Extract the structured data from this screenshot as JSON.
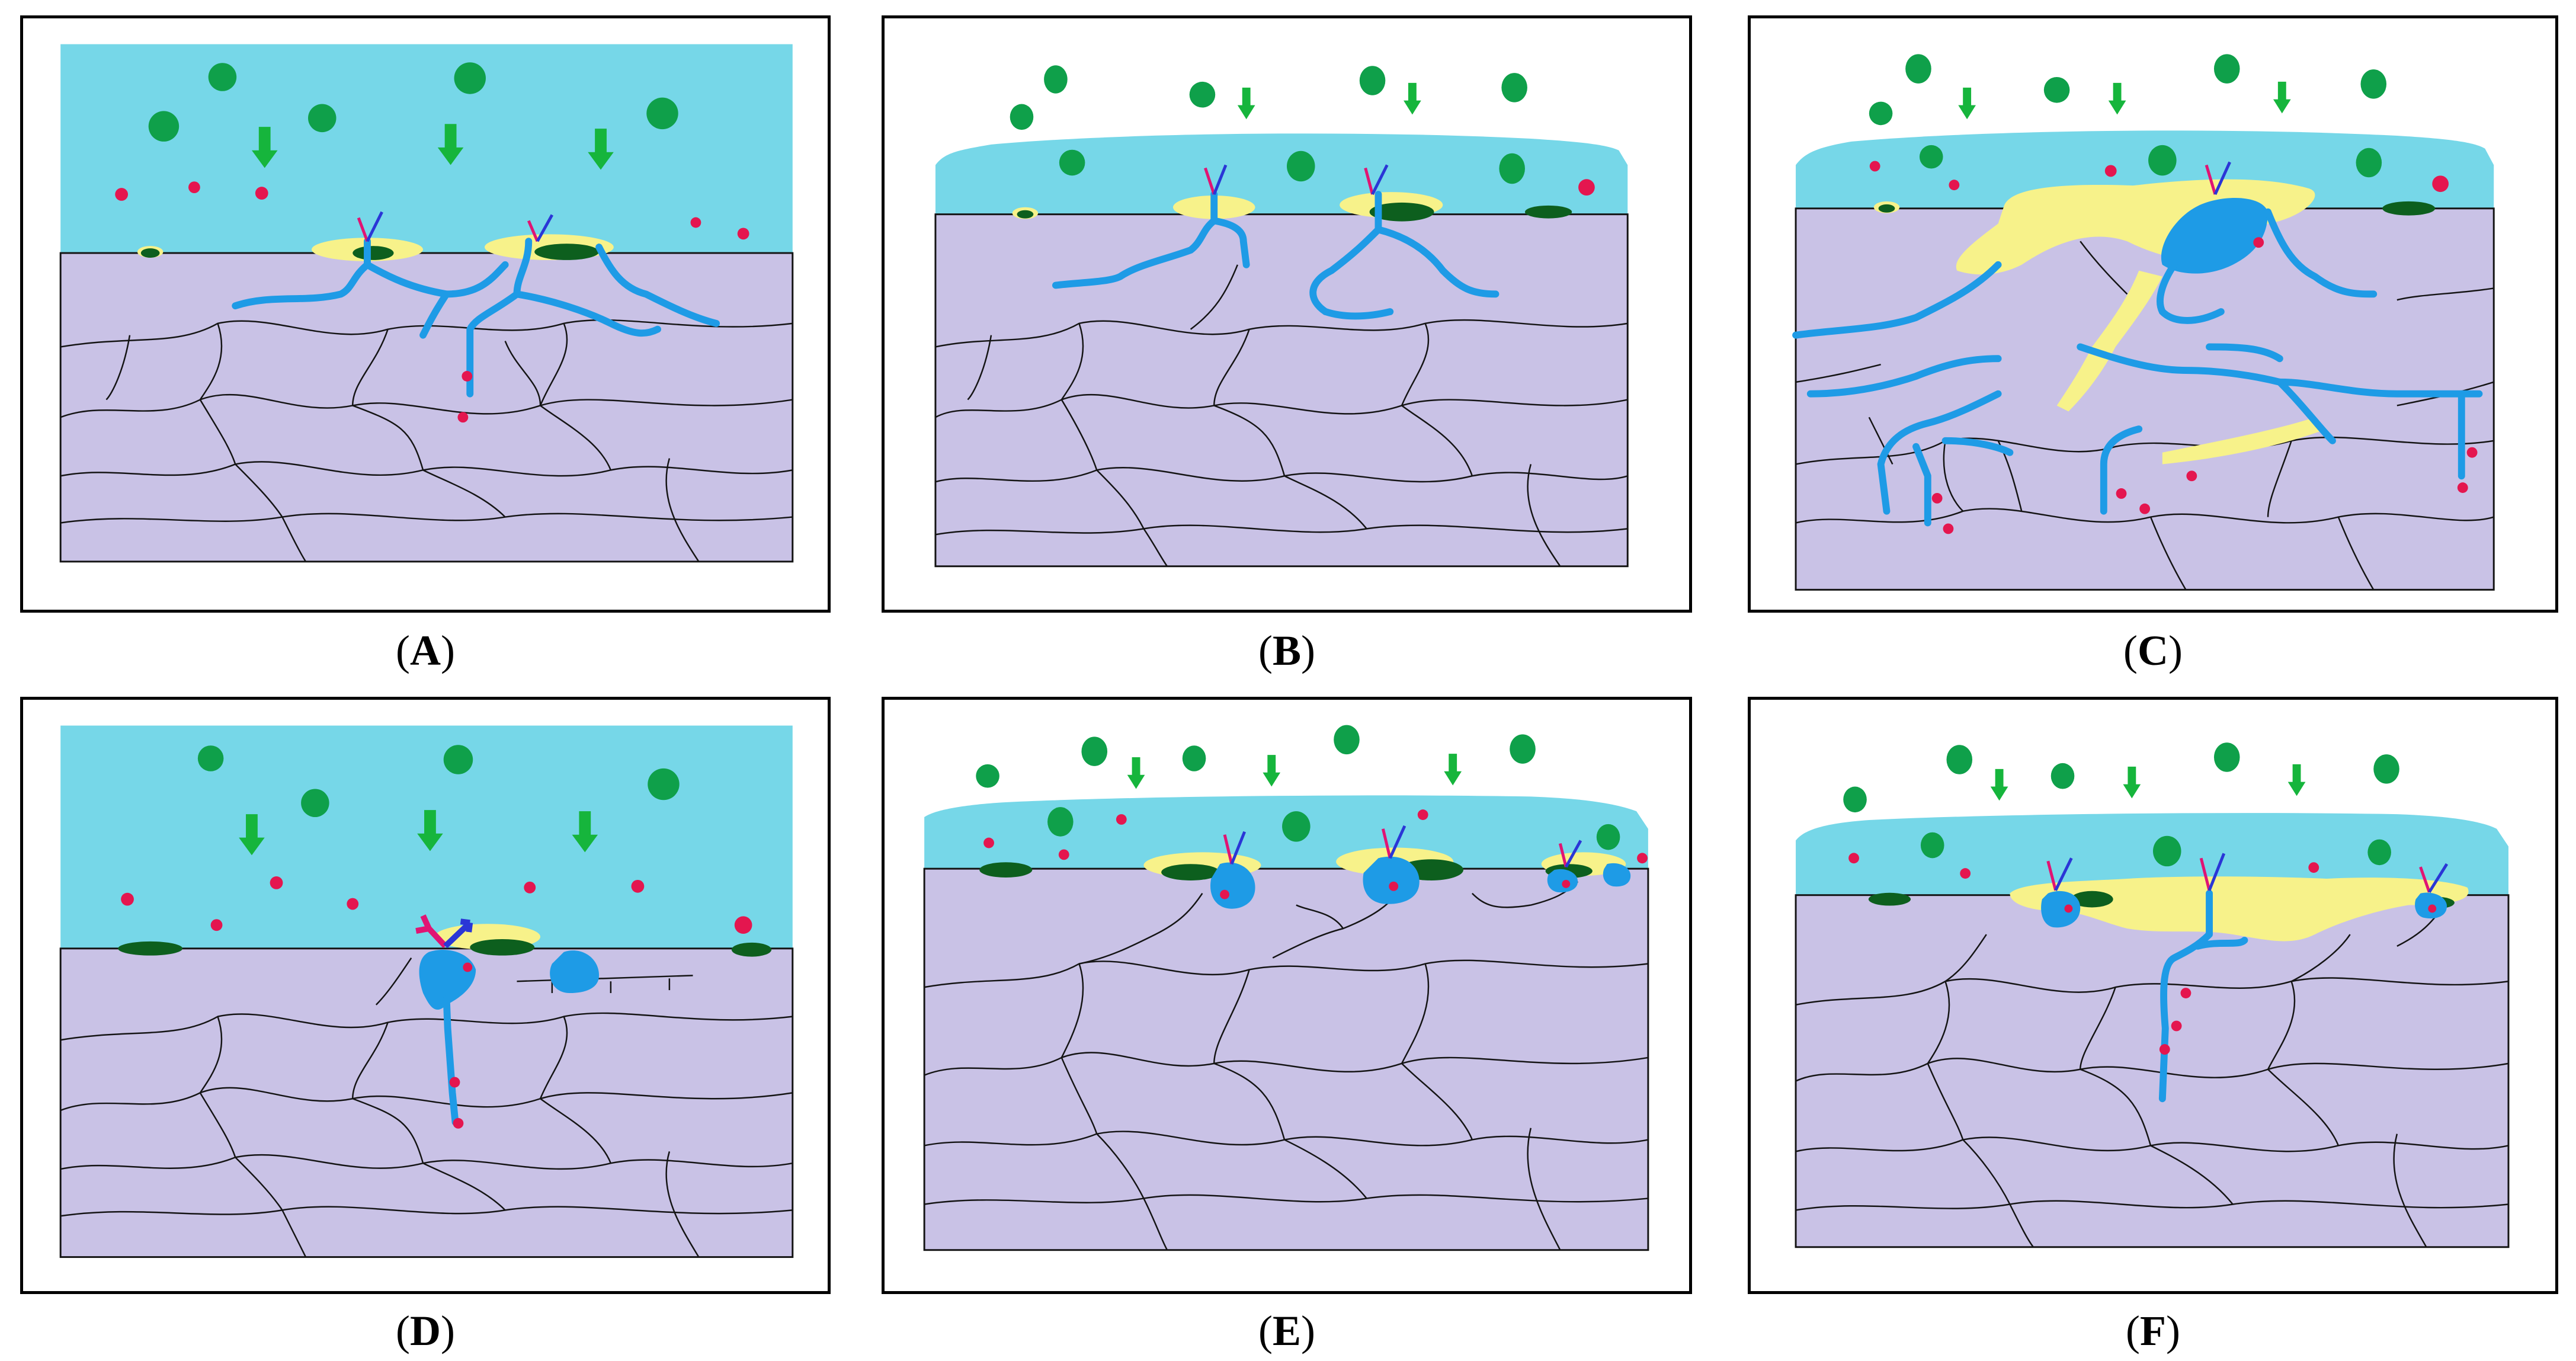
{
  "figure": {
    "panels": [
      {
        "id": "A",
        "letter": "A",
        "open": "(",
        "close": ")"
      },
      {
        "id": "B",
        "letter": "B",
        "open": "(",
        "close": ")"
      },
      {
        "id": "C",
        "letter": "C",
        "open": "(",
        "close": ")"
      },
      {
        "id": "D",
        "letter": "D",
        "open": "(",
        "close": ")"
      },
      {
        "id": "E",
        "letter": "E",
        "open": "(",
        "close": ")"
      },
      {
        "id": "F",
        "letter": "F",
        "open": "(",
        "close": ")"
      }
    ]
  },
  "colors": {
    "solution": "#76d7e8",
    "metal": "#c9c2e6",
    "crack": "#141414",
    "green_particle": "#0fa04a",
    "dark_green_product": "#0d5f1e",
    "red_ion": "#e4164f",
    "blue_path": "#1e9be6",
    "yellow_product": "#f7f28a",
    "blue_arrow": "#2a36d6",
    "magenta_arrow": "#e01473",
    "arrow_green": "#16b53c",
    "frame": "#000000"
  }
}
